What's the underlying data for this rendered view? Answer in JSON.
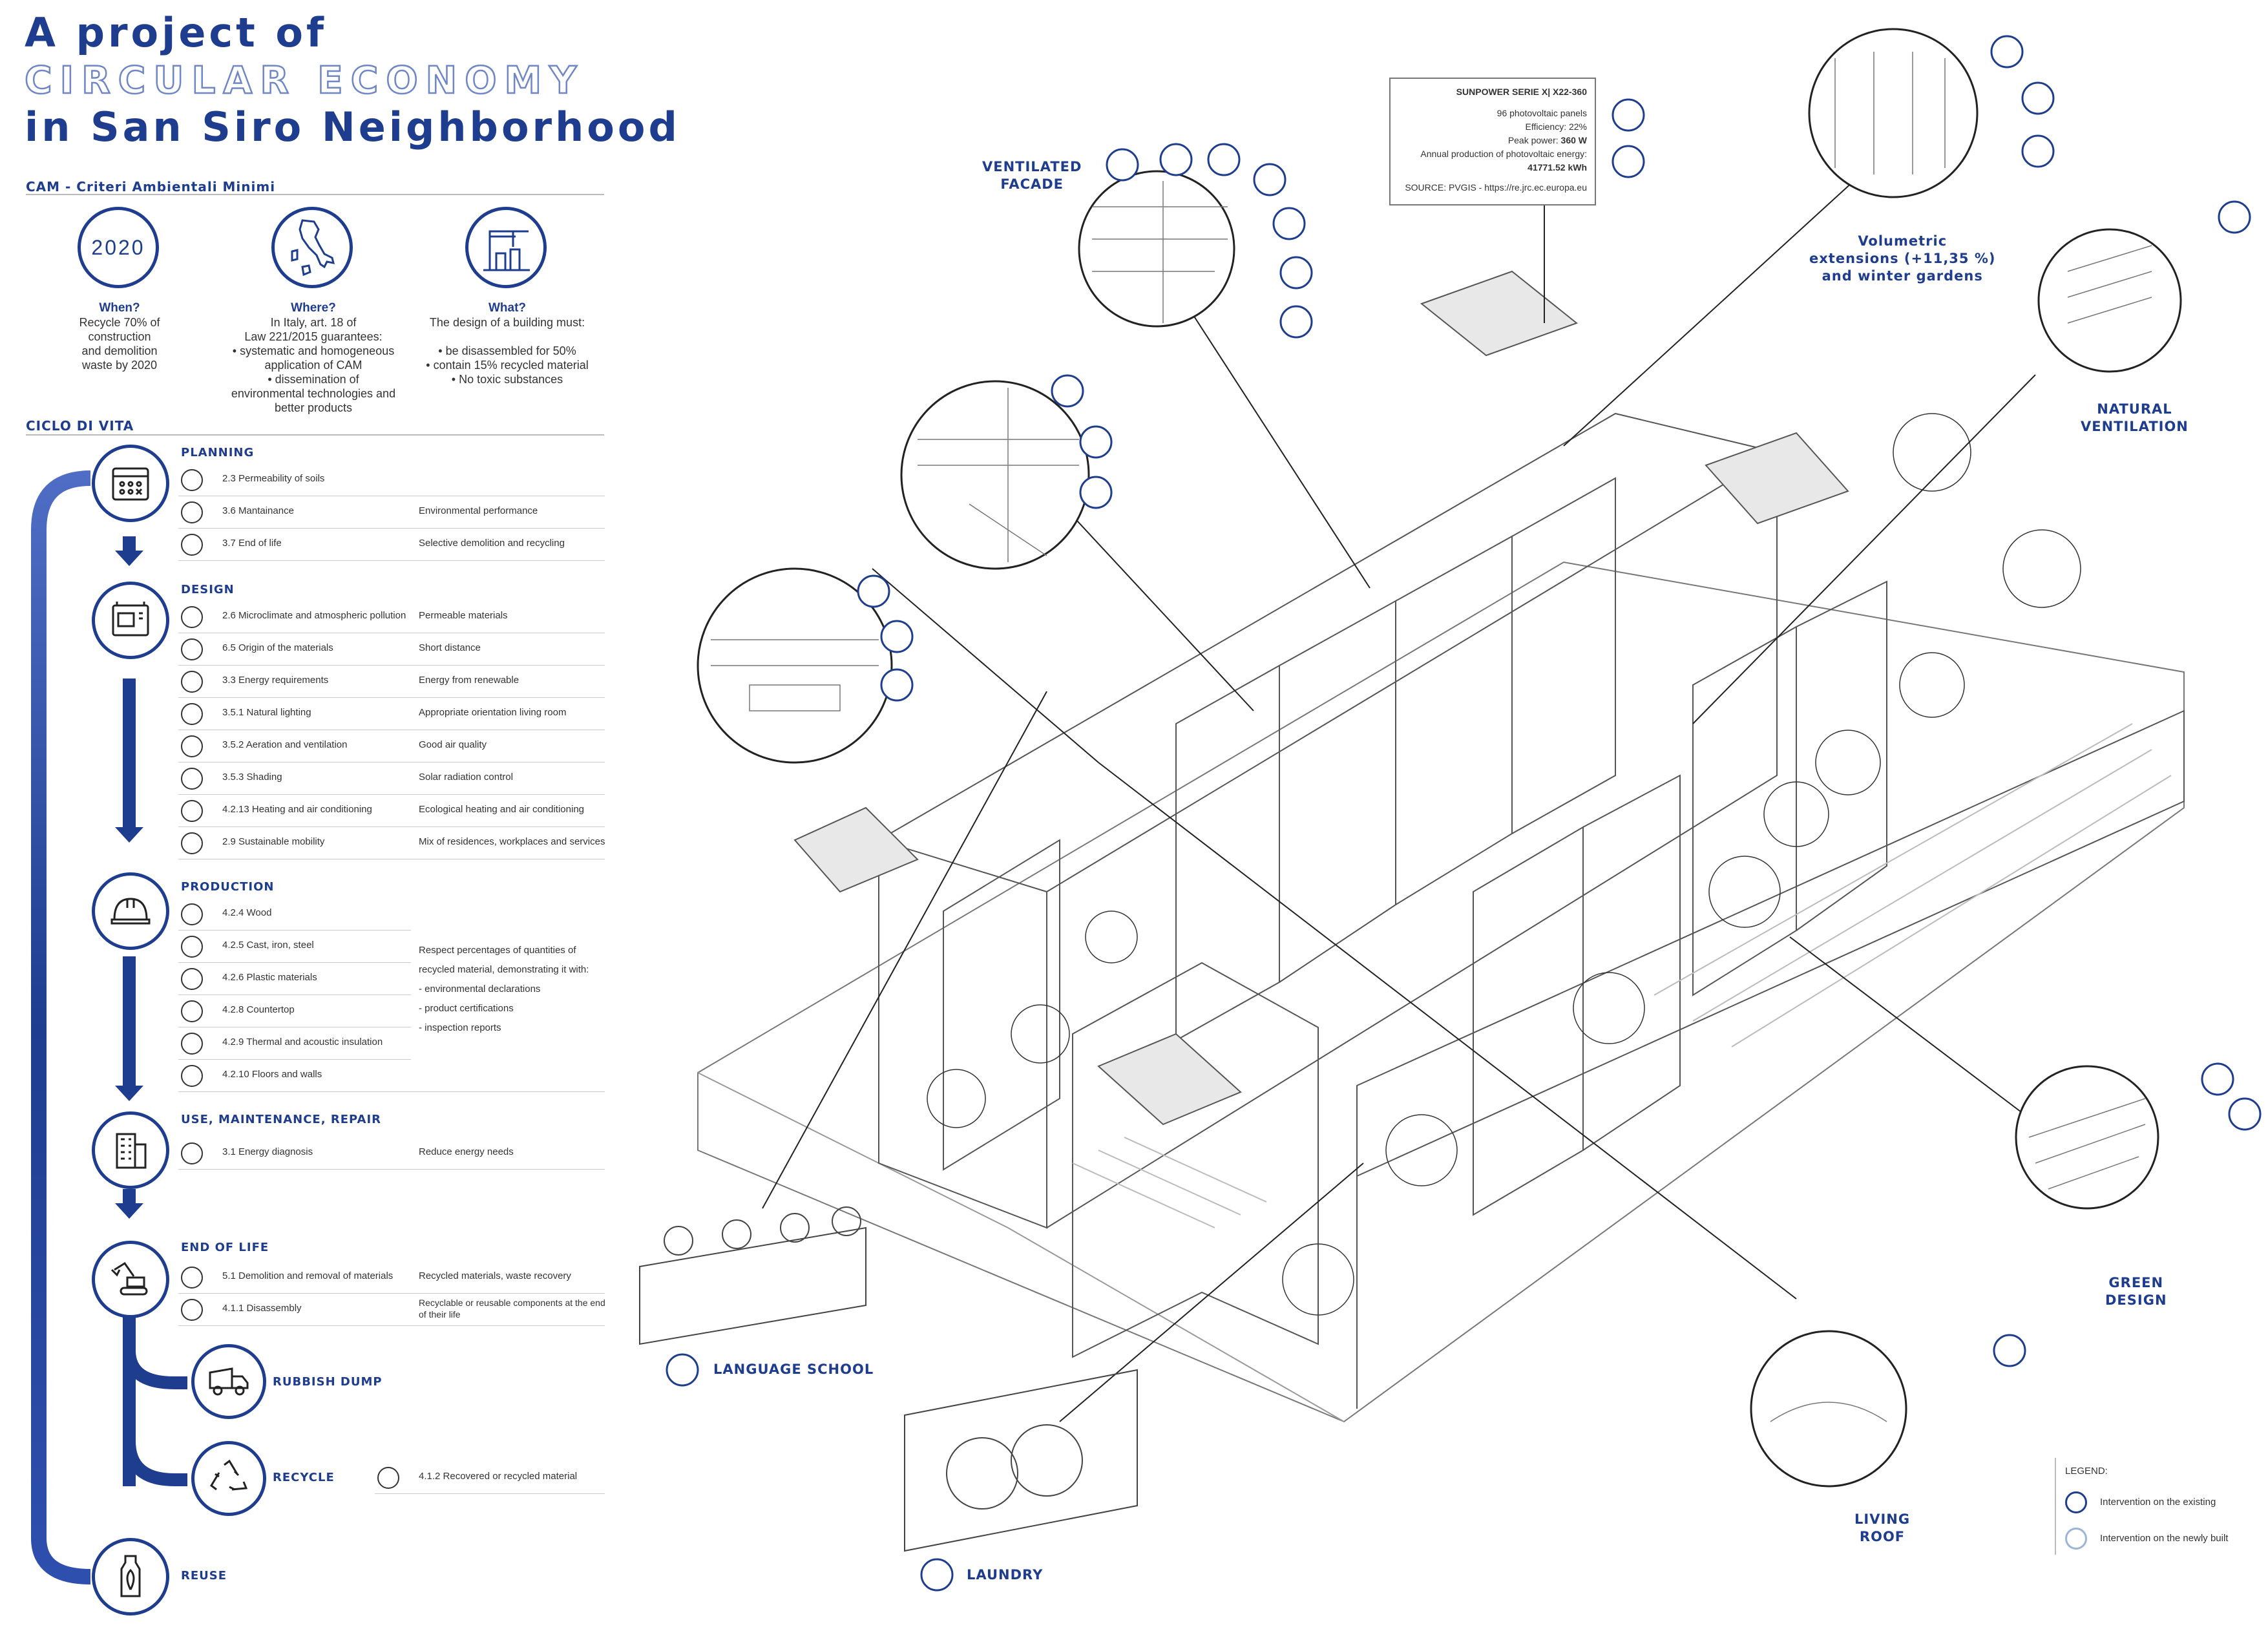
{
  "title": {
    "line1": "A project of",
    "line2": "CIRCULAR ECONOMY",
    "line3": "in San Siro Neighborhood"
  },
  "cam": {
    "heading": "CAM - Criteri Ambientali Minimi",
    "when": {
      "badge": "2020",
      "head": "When?",
      "lines": [
        "Recycle 70% of",
        "construction",
        "and demolition",
        "waste by 2020"
      ]
    },
    "where": {
      "head": "Where?",
      "lines": [
        "In Italy, art. 18 of",
        "Law 221/2015 guarantees:",
        "• systematic and homogeneous",
        "application of CAM",
        "• dissemination of",
        "environmental technologies and",
        "better products"
      ]
    },
    "what": {
      "head": "What?",
      "lines": [
        "The design of a building must:",
        "",
        "• be disassembled for 50%",
        "• contain 15% recycled material",
        "• No toxic substances"
      ]
    }
  },
  "lifecycle": {
    "heading": "CICLO DI VITA",
    "planning": {
      "label": "PLANNING",
      "rows": [
        {
          "icon": "soil-icon",
          "label": "2.3 Permeability of soils",
          "value": ""
        },
        {
          "icon": "tools-icon",
          "label": "3.6 Mantainance",
          "value": "Environmental performance"
        },
        {
          "icon": "excavator-icon",
          "label": "3.7 End of life",
          "value": "Selective demolition and recycling"
        }
      ]
    },
    "design": {
      "label": "DESIGN",
      "rows": [
        {
          "icon": "wind-icon",
          "label": "2.6 Microclimate and atmospheric pollution",
          "value": "Permeable materials"
        },
        {
          "icon": "route-icon",
          "label": "6.5 Origin of the materials",
          "value": "Short distance"
        },
        {
          "icon": "sun-energy-icon",
          "label": "3.3 Energy requirements",
          "value": "Energy from renewable"
        },
        {
          "icon": "sun-icon",
          "label": "3.5.1 Natural lighting",
          "value": "Appropriate orientation living room"
        },
        {
          "icon": "ventilation-icon",
          "label": "3.5.2 Aeration and ventilation",
          "value": "Good air quality"
        },
        {
          "icon": "shading-icon",
          "label": "3.5.3 Shading",
          "value": "Solar radiation control"
        },
        {
          "icon": "heating-icon",
          "label": "4.2.13 Heating and air conditioning",
          "value": "Ecological heating and air conditioning"
        },
        {
          "icon": "mobility-icon",
          "label": "2.9 Sustainable mobility",
          "value": "Mix of residences, workplaces and services"
        }
      ]
    },
    "production": {
      "label": "PRODUCTION",
      "rows": [
        {
          "icon": "wood-icon",
          "label": "4.2.4 Wood"
        },
        {
          "icon": "steel-icon",
          "label": "4.2.5 Cast, iron, steel"
        },
        {
          "icon": "plastic-icon",
          "label": "4.2.6 Plastic materials"
        },
        {
          "icon": "countertop-icon",
          "label": "4.2.8 Countertop"
        },
        {
          "icon": "insulation-icon",
          "label": "4.2.9 Thermal and acoustic insulation"
        },
        {
          "icon": "floor-icon",
          "label": "4.2.10 Floors and walls"
        }
      ],
      "note": [
        "Respect percentages of quantities of",
        "recycled material, demonstrating it with:",
        "- environmental declarations",
        "- product certifications",
        "- inspection reports"
      ]
    },
    "use": {
      "label": "USE, MAINTENANCE, REPAIR",
      "rows": [
        {
          "icon": "diagnosis-icon",
          "label": "3.1 Energy diagnosis",
          "value": "Reduce energy needs"
        }
      ]
    },
    "end": {
      "label": "END OF LIFE",
      "rows": [
        {
          "icon": "demolition-icon",
          "label": "5.1 Demolition and removal of materials",
          "value": "Recycled materials, waste recovery"
        },
        {
          "icon": "brick-icon",
          "label": "4.1.1 Disassembly",
          "value": "Recyclable or reusable components at the end",
          "value2": "of their life"
        }
      ]
    },
    "rubbish": "RUBBISH DUMP",
    "recycle": {
      "label": "RECYCLE",
      "row": "4.1.2 Recovered or recycled material"
    },
    "reuse": "REUSE"
  },
  "callouts": {
    "ventilated_facade": [
      "VENTILATED",
      "FACADE"
    ],
    "volumetric": [
      "Volumetric",
      "extensions (+11,35 %)",
      "and winter gardens"
    ],
    "natural_ventilation": [
      "NATURAL",
      "VENTILATION"
    ],
    "green_design": [
      "GREEN",
      "DESIGN"
    ],
    "living_roof": [
      "LIVING",
      "ROOF"
    ],
    "language_school": "LANGUAGE SCHOOL",
    "laundry": "LAUNDRY"
  },
  "solar": {
    "title": "SUNPOWER SERIE X| X22-360",
    "panels": "96 photovoltaic panels",
    "efficiency": "Efficiency: 22%",
    "peak_label": "Peak power: ",
    "peak_value": "360 W",
    "annual_label": "Annual production of photovoltaic energy:",
    "annual_value": "41771.52 kWh",
    "source": "SOURCE: PVGIS - https://re.jrc.ec.europa.eu"
  },
  "legend": {
    "title": "LEGEND:",
    "existing": "Intervention on the existing",
    "new": "Intervention on the newly built"
  },
  "colors": {
    "primary": "#1f3d8f",
    "light": "#9cb4d8",
    "accent_bar": "#1f3d8f"
  }
}
